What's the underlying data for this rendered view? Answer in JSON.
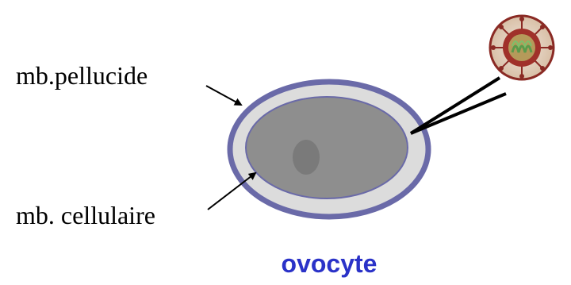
{
  "labels": {
    "zona_pellucida": "mb.pellucide",
    "cell_membrane": "mb. cellulaire",
    "caption": "ovocyte"
  },
  "colors": {
    "zona_outline": "#6a6aa8",
    "zona_fill": "#dcdcdc",
    "cytoplasm": "#8e8e8e",
    "nucleus": "#7a7a7a",
    "caption": "#2a32c8",
    "virus_capsid": "#a0312a",
    "virus_outer": "#e8d6c6",
    "virus_genome": "#5a9a4a"
  },
  "icons": {
    "virus": "virus-particle-icon",
    "pipette": "injection-pipette"
  }
}
